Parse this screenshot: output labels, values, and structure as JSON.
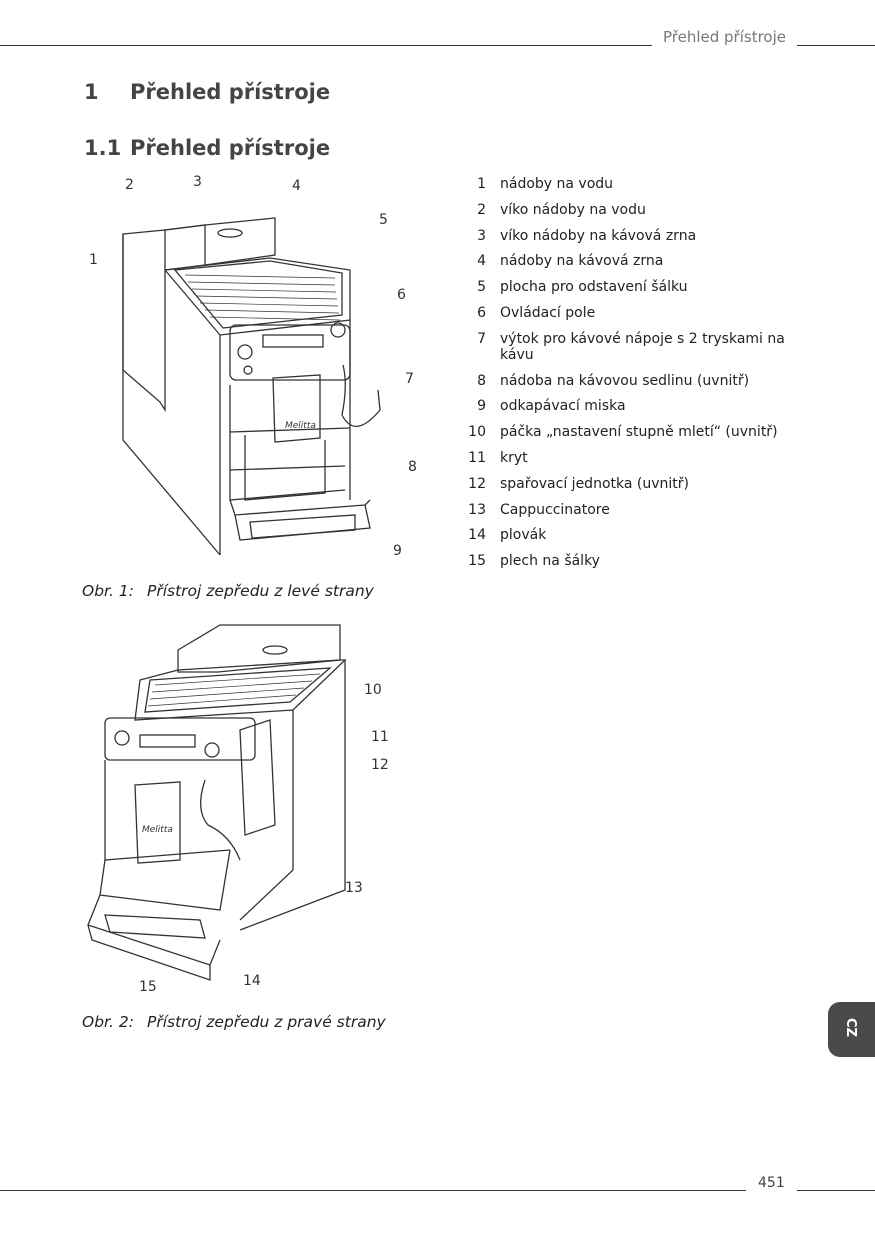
{
  "header": {
    "running_title": "Přehled přístroje"
  },
  "section": {
    "number": "1",
    "title": "Přehled přístroje"
  },
  "subsection": {
    "number": "1.1",
    "title": "Přehled přístroje"
  },
  "legend": [
    {
      "n": "1",
      "text": "nádoby na vodu"
    },
    {
      "n": "2",
      "text": "víko nádoby na vodu"
    },
    {
      "n": "3",
      "text": "víko nádoby na kávová zrna"
    },
    {
      "n": "4",
      "text": "nádoby na kávová zrna"
    },
    {
      "n": "5",
      "text": "plocha pro odstavení šálku"
    },
    {
      "n": "6",
      "text": "Ovládací pole"
    },
    {
      "n": "7",
      "text": "výtok pro kávové nápoje s 2 tryskami na kávu"
    },
    {
      "n": "8",
      "text": "nádoba na kávovou sedlinu (uvnitř)"
    },
    {
      "n": "9",
      "text": "odkapávací miska"
    },
    {
      "n": "10",
      "text": "páčka „nastavení stupně mletí“ (uvnitř)"
    },
    {
      "n": "11",
      "text": "kryt"
    },
    {
      "n": "12",
      "text": "spařovací jednotka (uvnitř)"
    },
    {
      "n": "13",
      "text": "Cappuccinatore"
    },
    {
      "n": "14",
      "text": "plovák"
    },
    {
      "n": "15",
      "text": "plech na šálky"
    }
  ],
  "figure1": {
    "label": "Obr. 1:",
    "caption": "Přístroj zepředu z levé strany",
    "callouts": [
      "1",
      "2",
      "3",
      "4",
      "5",
      "6",
      "7",
      "8",
      "9"
    ]
  },
  "figure2": {
    "label": "Obr. 2:",
    "caption": "Přístroj zepředu z pravé strany",
    "callouts": [
      "10",
      "11",
      "12",
      "13",
      "14",
      "15"
    ]
  },
  "language_tab": "CZ",
  "footer": {
    "page_number": "451"
  }
}
